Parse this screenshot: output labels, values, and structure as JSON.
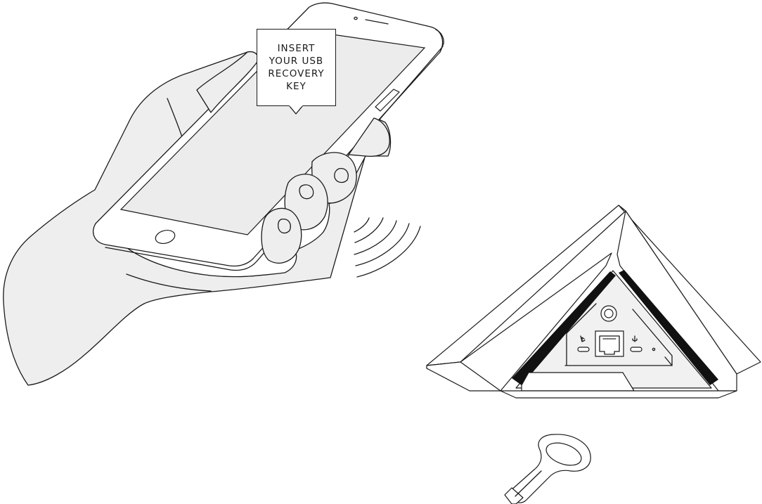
{
  "callout": {
    "text": "INSERT\nYOUR USB\nRECOVERY\nKEY"
  },
  "colors": {
    "outline": "#1a1a1a",
    "skin_fill": "#eeeeee",
    "screen_fill": "#ececec",
    "accent_black": "#111111",
    "background": "#ffffff"
  },
  "icons": {
    "phone": "smartphone",
    "hand": "hand-holding-phone",
    "waves": "vibration-waves",
    "device": "triangular-router",
    "usb": "usb-recovery-key"
  }
}
